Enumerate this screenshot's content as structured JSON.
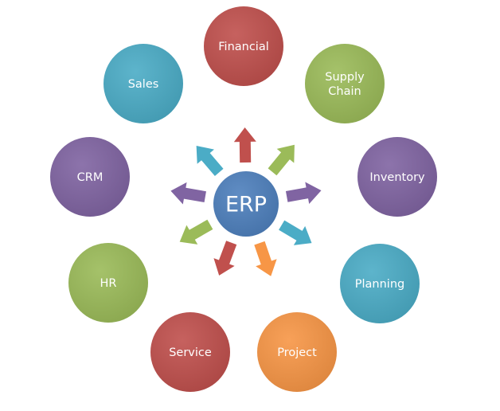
{
  "hub": {
    "label": "ERP",
    "color": "#4e80bd"
  },
  "nodes": [
    {
      "id": "financial",
      "lines": [
        "Financial"
      ],
      "color": "#c0504d"
    },
    {
      "id": "supply-chain",
      "lines": [
        "Supply",
        "Chain"
      ],
      "color": "#9bbb59"
    },
    {
      "id": "inventory",
      "lines": [
        "Inventory"
      ],
      "color": "#8064a2"
    },
    {
      "id": "planning",
      "lines": [
        "Planning"
      ],
      "color": "#4bacc6"
    },
    {
      "id": "project",
      "lines": [
        "Project"
      ],
      "color": "#f79646"
    },
    {
      "id": "service",
      "lines": [
        "Service"
      ],
      "color": "#c0504d"
    },
    {
      "id": "hr",
      "lines": [
        "HR"
      ],
      "color": "#9bbb59"
    },
    {
      "id": "crm",
      "lines": [
        "CRM"
      ],
      "color": "#8064a2"
    },
    {
      "id": "sales",
      "lines": [
        "Sales"
      ],
      "color": "#4bacc6"
    }
  ]
}
